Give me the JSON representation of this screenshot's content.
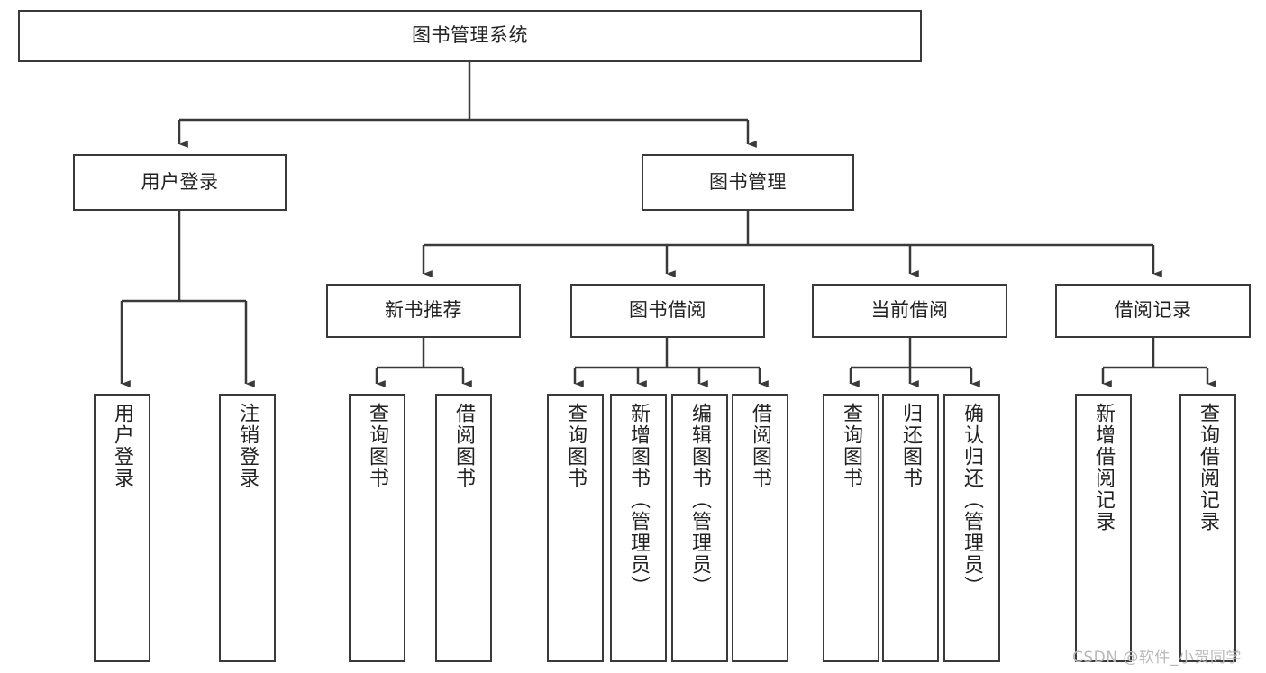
{
  "diagram": {
    "title": "图书管理系统",
    "watermark": "CSDN @软件_小贺同学",
    "colors": {
      "stroke": "#3a3a3a",
      "fill": "#ffffff",
      "text": "#222222",
      "watermark": "#b9b9b9"
    },
    "nodes": {
      "root": {
        "label": "图书管理系统"
      },
      "level1": [
        {
          "id": "user-login",
          "label": "用户登录"
        },
        {
          "id": "book-manage",
          "label": "图书管理"
        }
      ],
      "level2": [
        {
          "id": "new-book-recommend",
          "label": "新书推荐"
        },
        {
          "id": "book-borrow",
          "label": "图书借阅"
        },
        {
          "id": "current-borrow",
          "label": "当前借阅"
        },
        {
          "id": "borrow-record",
          "label": "借阅记录"
        }
      ],
      "leaves": {
        "user-login": [
          {
            "id": "leaf-user-login",
            "label": "用户登录"
          },
          {
            "id": "leaf-logout-login",
            "label": "注销登录"
          }
        ],
        "new-book-recommend": [
          {
            "id": "leaf-query-book-1",
            "label": "查询图书"
          },
          {
            "id": "leaf-borrow-book-1",
            "label": "借阅图书"
          }
        ],
        "book-borrow": [
          {
            "id": "leaf-query-book-2",
            "label": "查询图书"
          },
          {
            "id": "leaf-add-book",
            "label": "新增图书（管理员）"
          },
          {
            "id": "leaf-edit-book",
            "label": "编辑图书（管理员）"
          },
          {
            "id": "leaf-borrow-book-2",
            "label": "借阅图书"
          }
        ],
        "current-borrow": [
          {
            "id": "leaf-query-book-3",
            "label": "查询图书"
          },
          {
            "id": "leaf-return-book",
            "label": "归还图书"
          },
          {
            "id": "leaf-confirm-return",
            "label": "确认归还（管理员）"
          }
        ],
        "borrow-record": [
          {
            "id": "leaf-add-record",
            "label": "新增借阅记录"
          },
          {
            "id": "leaf-query-record",
            "label": "查询借阅记录"
          }
        ]
      }
    }
  }
}
